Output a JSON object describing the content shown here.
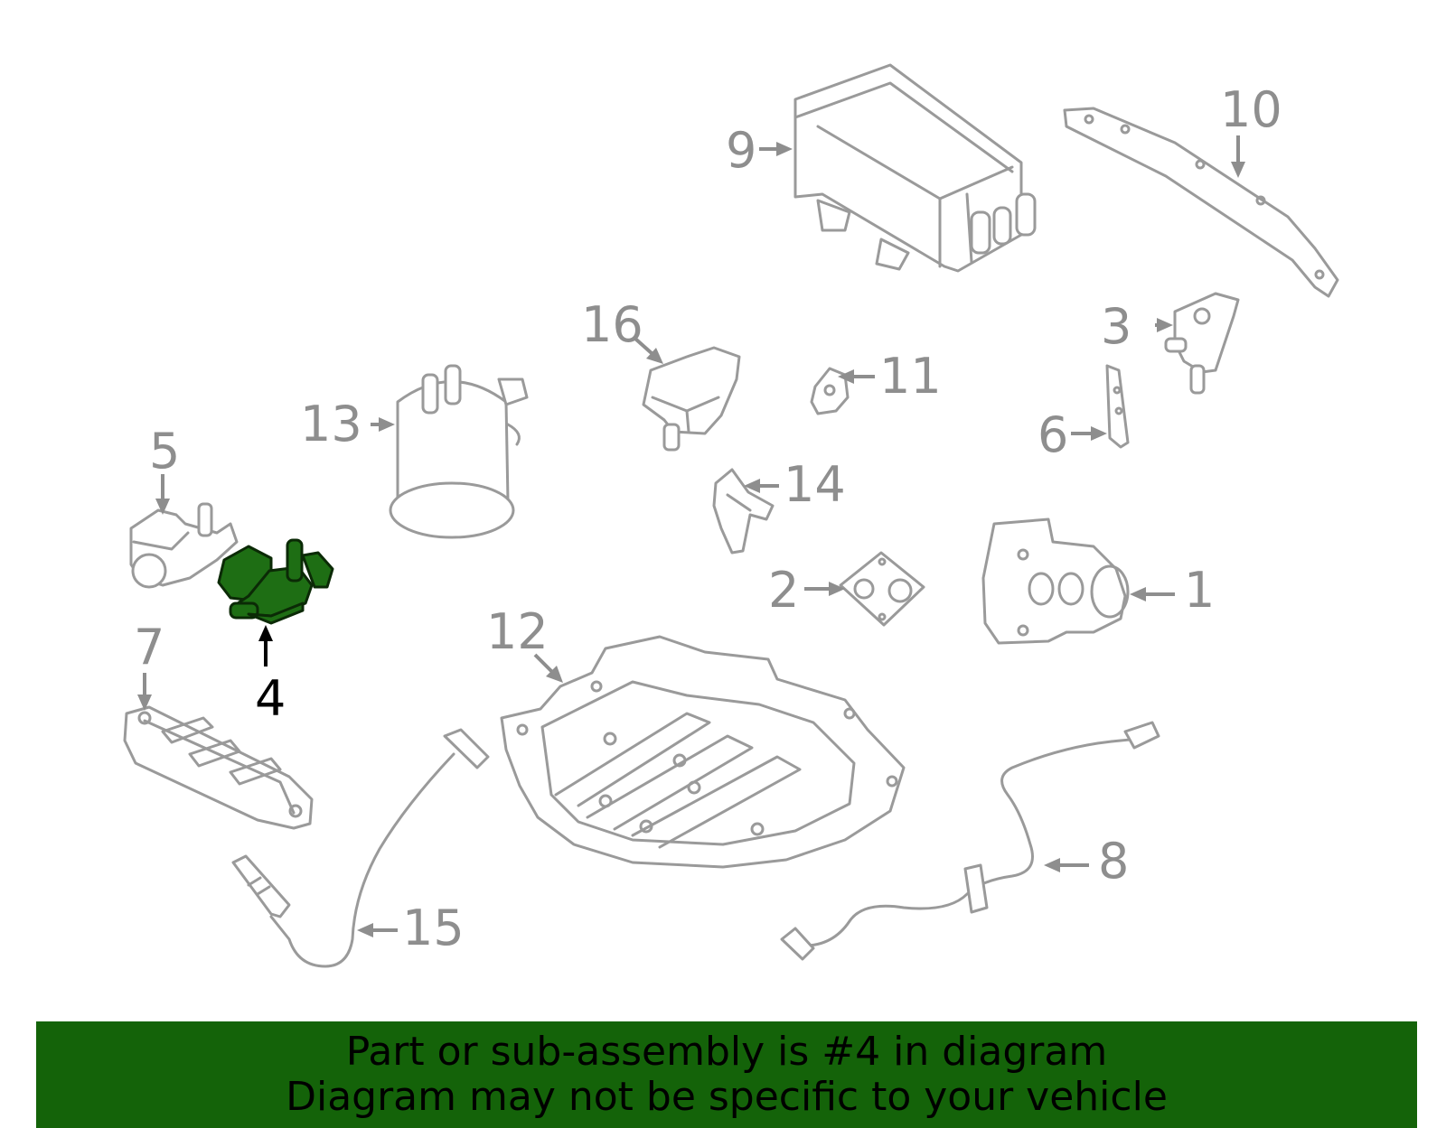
{
  "colors": {
    "banner_bg": "#146309",
    "highlight": "#1e6e14",
    "line_gray": "#9a9a9a",
    "label_gray": "#8e8e8e"
  },
  "labels": {
    "p1": "1",
    "p2": "2",
    "p3": "3",
    "p4": "4",
    "p5": "5",
    "p6": "6",
    "p7": "7",
    "p8": "8",
    "p9": "9",
    "p10": "10",
    "p11": "11",
    "p12": "12",
    "p13": "13",
    "p14": "14",
    "p15": "15",
    "p16": "16"
  },
  "highlighted_part": "4",
  "banner": {
    "line1": "Part or sub-assembly is #4 in diagram",
    "line2": "Diagram may not be specific to your vehicle"
  }
}
